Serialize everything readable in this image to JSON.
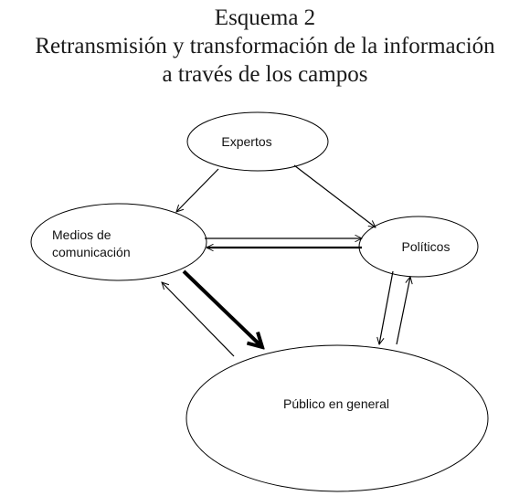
{
  "title": {
    "line1": "Esquema 2",
    "line2": "Retransmisión y transformación de la información",
    "line3": "a través de los campos"
  },
  "nodes": {
    "expertos": "Expertos",
    "medios_line1": "Medios de",
    "medios_line2": "comunicación",
    "politicos": "Políticos",
    "publico": "Público en general"
  },
  "colors": {
    "stroke": "#000000",
    "background": "#ffffff"
  }
}
